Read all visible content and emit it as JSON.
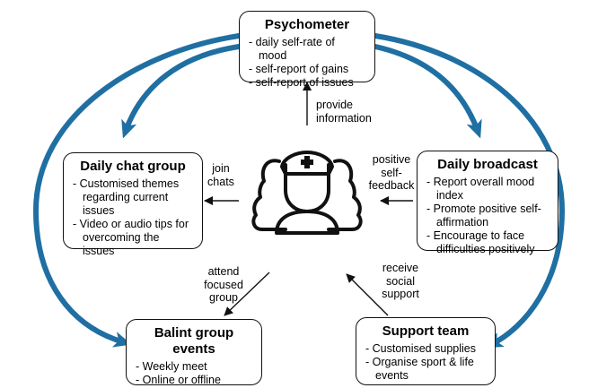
{
  "nodes": {
    "psychometer": {
      "title": "Psychometer",
      "items": [
        "daily self-rate of mood",
        "self-report of gains",
        "self-report of issues"
      ]
    },
    "daily_chat": {
      "title": "Daily chat group",
      "items": [
        "Customised themes regarding current issues",
        "Video or audio tips for overcoming the issues"
      ]
    },
    "daily_broadcast": {
      "title": "Daily broadcast",
      "items": [
        "Report overall mood index",
        "Promote positive self-affirmation",
        "Encourage to face difficulties positively"
      ]
    },
    "balint": {
      "title": "Balint group events",
      "items": [
        "Weekly meet",
        "Online or offline"
      ]
    },
    "support_team": {
      "title": "Support team",
      "items": [
        "Customised supplies",
        "Organise sport & life events"
      ]
    }
  },
  "edges": {
    "provide_information": "provide\ninformation",
    "join_chats": "join\nchats",
    "positive_self_feedback": "positive\nself-\nfeedback",
    "attend_focused_group": "attend\nfocused\ngroup",
    "receive_social_support": "receive\nsocial\nsupport"
  },
  "center_icon": "medical-staff-group-icon",
  "colors": {
    "curve_arrow": "#1f6fa3",
    "box_border": "#111111",
    "thin_arrow": "#111111"
  }
}
